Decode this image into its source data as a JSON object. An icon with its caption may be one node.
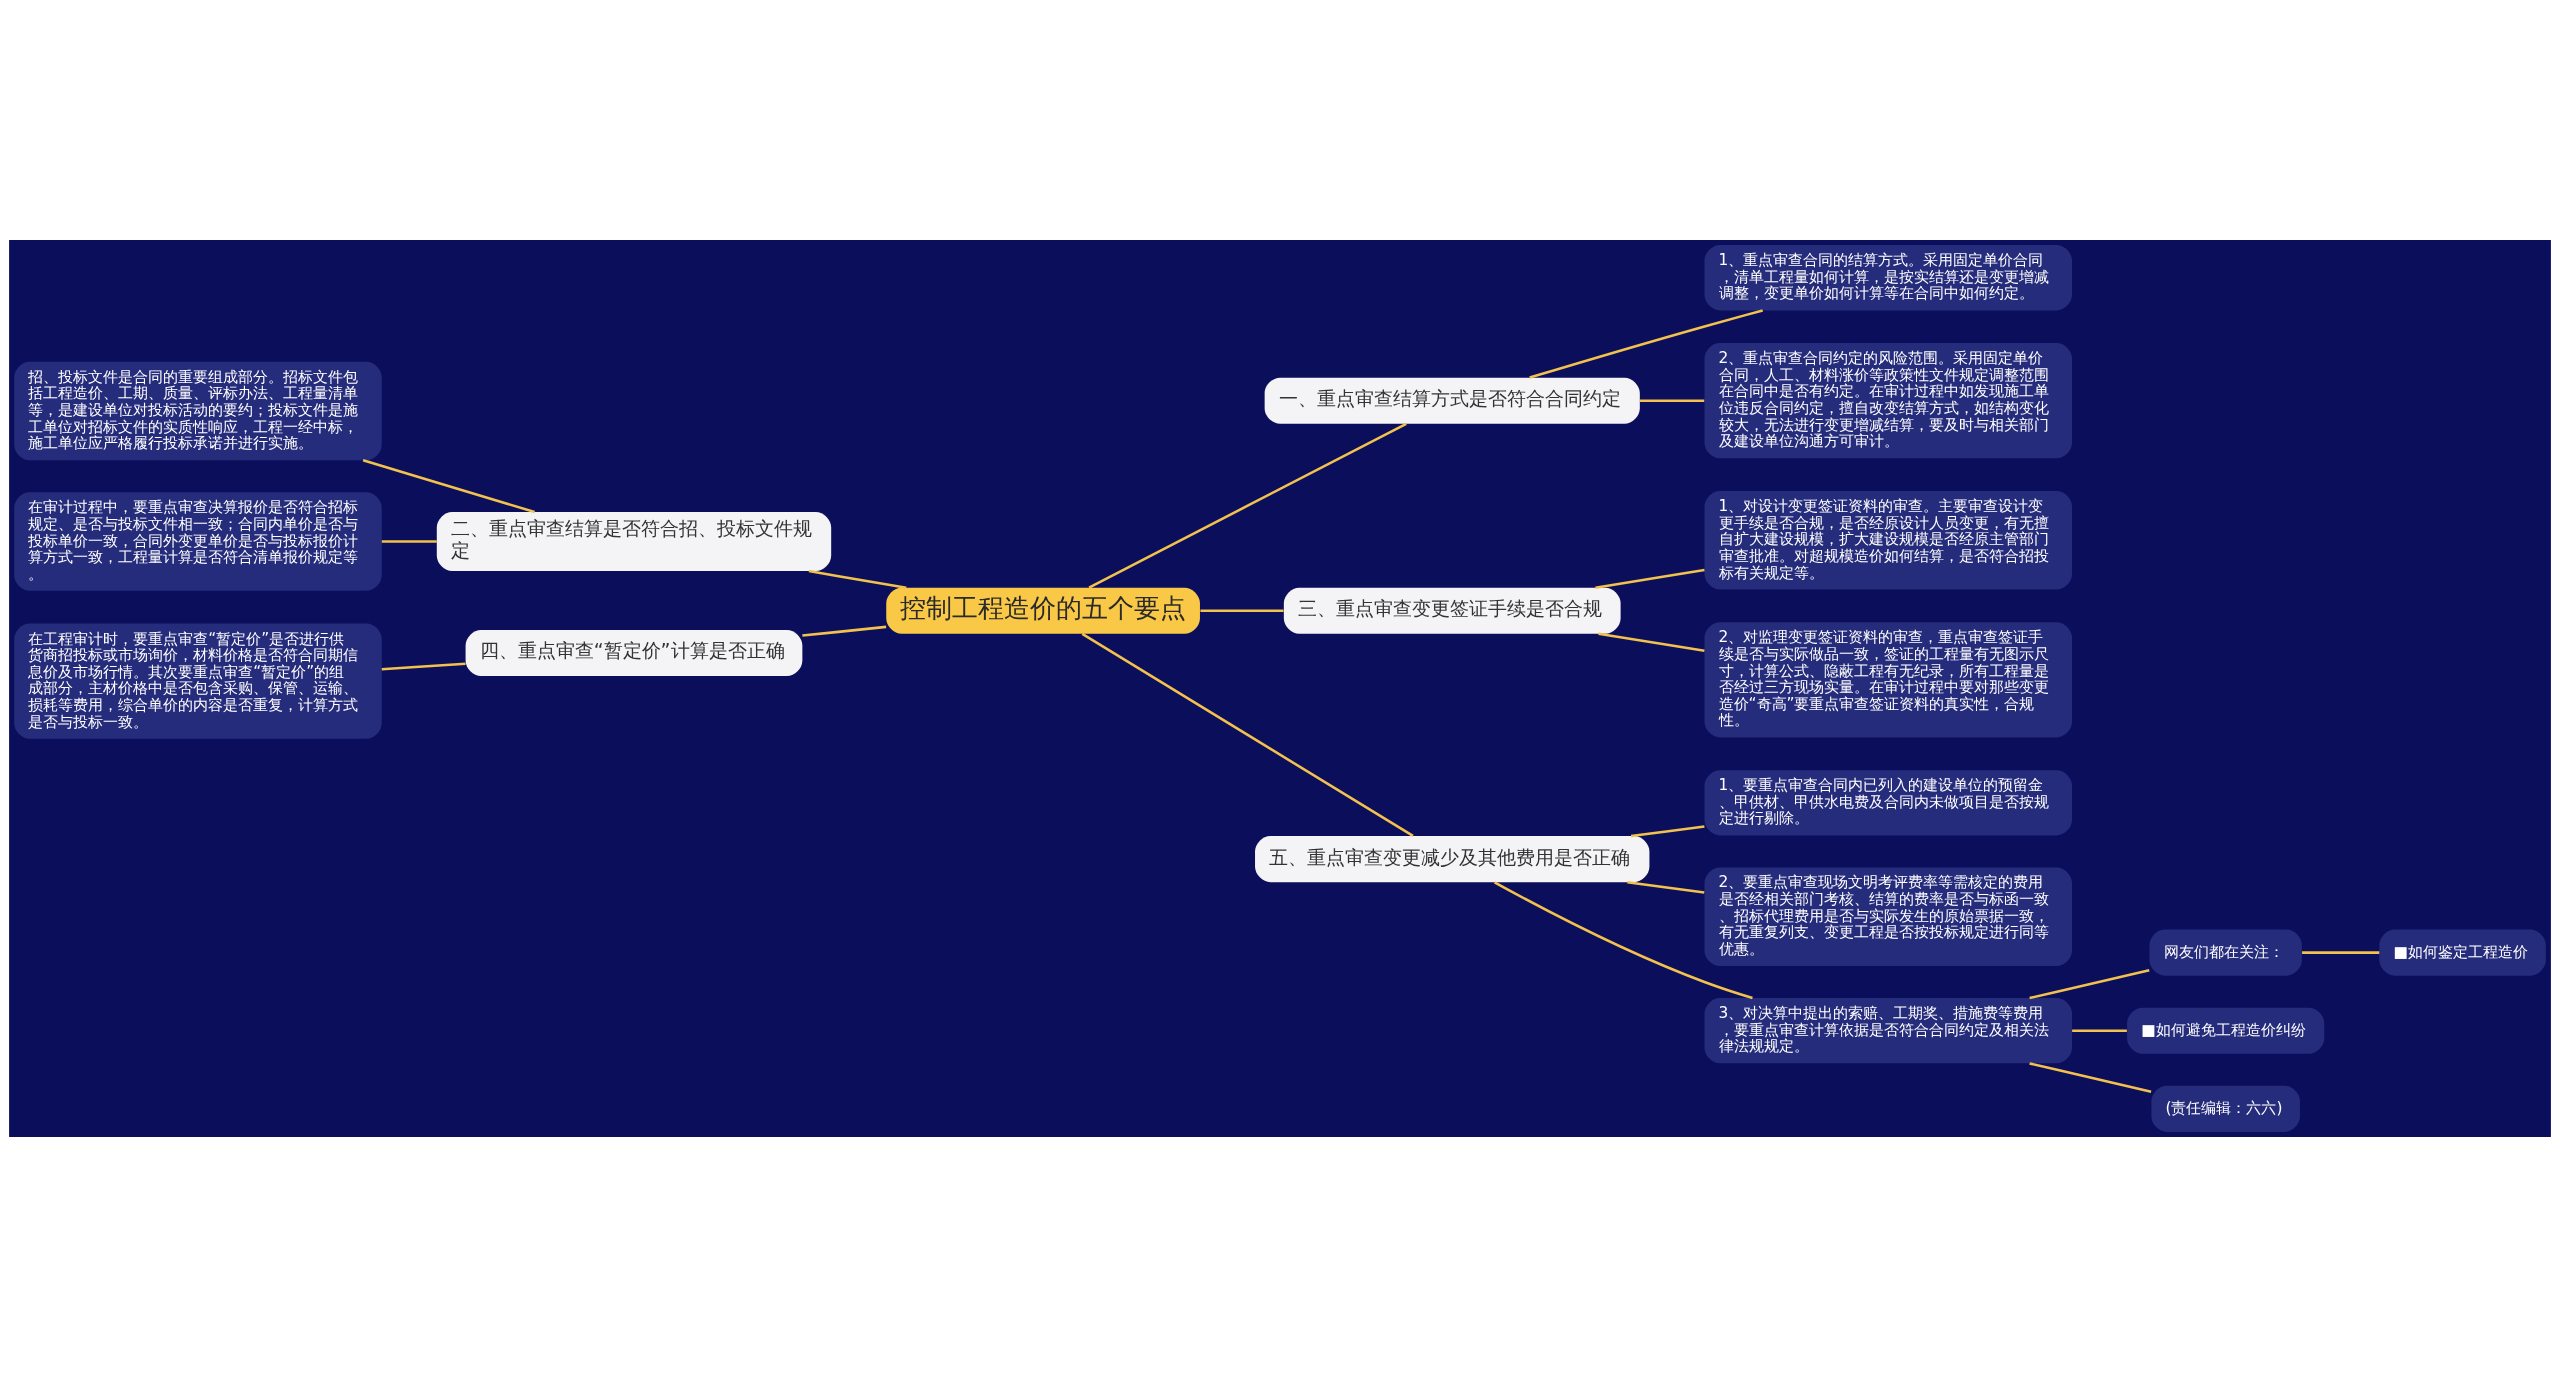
{
  "diagram": {
    "nodes": [
      {
        "text": [
          "控制工程造价的五个要点"
        ]
      },
      {
        "text": [
          "一、重点审查结算方式是否符合合同约定"
        ]
      },
      {
        "text": [
          "1、重点审查合同的结算方式。采用固定单价合同，清单工程量如何计算，是按实结算还是变更增减调整，变更单价如何计算等在合同中如何约定。"
        ]
      },
      {
        "text": [
          "2、重点审查合同约定的风险范围。采用固定单价合同，人工、材料涨价等政策性文件规定调整范围在合同中是否有约定。在审计过程中如发现施工单位违反合同约定，擅自改变结算方式，如结构变化较大，无法进行变更增减结算，要及时与相关部门及建设单位沟通方可审计。"
        ]
      },
      {
        "text": [
          "二、重点审查结算是否符合招、投标文件规定"
        ]
      },
      {
        "text": [
          "招、投标文件是合同的重要组成部分。招标文件包括工程造价、工期、质量、评标办法、工程量清单等，是建设单位对投标活动的要约；投标文件是施工单位对招标文件的实质性响应，工程一经中标，施工单位应严格履行投标承诺并进行实施。"
        ]
      },
      {
        "text": [
          "在审计过程中，要重点审查决算报价是否符合招标规定、是否与投标文件相一致；合同内单价是否与投标单价一致，合同外变更单价是否与投标报价计算方式一致，工程量计算是否符合清单报价规定等。"
        ]
      },
      {
        "text": [
          "三、重点审查变更签证手续是否合规"
        ]
      },
      {
        "text": [
          "1、对设计变更签证资料的审查。主要审查设计变更手续是否合规，是否经原设计人员变更，有无擅自扩大建设规模，扩大建设规模是否经原主管部门审查批准。对超规模造价如何结算，是否符合招投标有关规定等。"
        ]
      },
      {
        "text": [
          "2、对监理变更签证资料的审查，重点审查签证手续是否与实际做品一致，签证的工程量有无图示尺寸，计算公式、隐蔽工程有无纪录，所有工程量是否经过三方现场实量。在审计过程中要对那些变更造价“奇高”要重点审查签证资料的真实性，合规性。"
        ]
      },
      {
        "text": [
          "四、重点审查“暂定价”计算是否正确"
        ]
      },
      {
        "text": [
          "在工程审计时，要重点审查“暂定价”是否进行供货商招投标或市场询价，材料价格是否符合同期信息价及市场行情。其次要重点审查“暂定价”的组成部分，主材价格中是否包含采购、保管、运输、损耗等费用，综合单价的内容是否重复，计算方式是否与投标一致。"
        ]
      },
      {
        "text": [
          "五、重点审查变更减少及其他费用是否正确"
        ]
      },
      {
        "text": [
          "1、要重点审查合同内已列入的建设单位的预留金、甲供材、甲供水电费及合同内未做项目是否按规定进行剔除。"
        ]
      },
      {
        "text": [
          "2、要重点审查现场文明考评费率等需核定的费用是否经相关部门考核、结算的费率是否与标函一致、招标代理费用是否与实际发生的原始票据一致，有无重复列支、变更工程是否按投标规定进行同等优惠。"
        ]
      },
      {
        "text": [
          "3、对决算中提出的索赔、工期奖、措施费等费用，要重点审查计算依据是否符合合同约定及相关法律法规规定。"
        ]
      },
      {
        "text": [
          "网友们都在关注："
        ]
      },
      {
        "text": [
          "■如何鉴定工程造价"
        ]
      },
      {
        "text": [
          "■如何避免工程造价纠纷"
        ]
      },
      {
        "text": [
          "(责任编辑：六六)"
        ]
      }
    ],
    "edges": [
      {
        "from": 0,
        "to": 1,
        "arrow": "none"
      },
      {
        "from": 1,
        "to": 2,
        "arrow": "none"
      },
      {
        "from": 1,
        "to": 3,
        "arrow": "none"
      },
      {
        "from": 0,
        "to": 4,
        "arrow": "none"
      },
      {
        "from": 4,
        "to": 5,
        "arrow": "none"
      },
      {
        "from": 4,
        "to": 6,
        "arrow": "none"
      },
      {
        "from": 0,
        "to": 7,
        "arrow": "none"
      },
      {
        "from": 7,
        "to": 8,
        "arrow": "none"
      },
      {
        "from": 7,
        "to": 9,
        "arrow": "none"
      },
      {
        "from": 0,
        "to": 10,
        "arrow": "none"
      },
      {
        "from": 10,
        "to": 11,
        "arrow": "none"
      },
      {
        "from": 0,
        "to": 12,
        "arrow": "none"
      },
      {
        "from": 12,
        "to": 13,
        "arrow": "none"
      },
      {
        "from": 12,
        "to": 14,
        "arrow": "none"
      },
      {
        "from": 12,
        "to": 15,
        "arrow": "none"
      },
      {
        "from": 15,
        "to": 16,
        "arrow": "none"
      },
      {
        "from": 16,
        "to": 17,
        "arrow": "none"
      },
      {
        "from": 15,
        "to": 18,
        "arrow": "none"
      },
      {
        "from": 15,
        "to": 19,
        "arrow": "none"
      }
    ]
  }
}
